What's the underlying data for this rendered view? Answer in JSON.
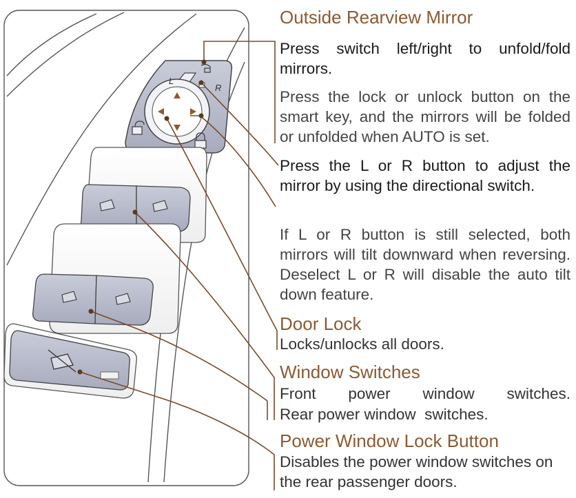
{
  "sections": {
    "outside_mirror": {
      "title": "Outside Rearview Mirror",
      "fold_instruction": "Press switch left/right to unfold/fold mirrors.",
      "auto_fold_note": "Press the lock or unlock button on the smart key, and the mirrors will be folded or unfolded when AUTO is set.",
      "adjust_instruction": "Press the L or R button to adjust the mirror by using the directional switch.",
      "tilt_note": "If L or R button is still selected, both mirrors will tilt downward when reversing. Deselect L or R will disable the auto tilt down feature."
    },
    "door_lock": {
      "title": "Door Lock",
      "description": "Locks/unlocks all doors."
    },
    "window_switches": {
      "title": "Window Switches",
      "front": "Front power window switches.",
      "rear": "Rear power window  switches."
    },
    "window_lock": {
      "title": "Power Window Lock Button",
      "description": "Disables the power window switches on the rear passenger doors."
    }
  },
  "switch_labels": {
    "left": "L",
    "right": "R"
  },
  "colors": {
    "accent": "#8b5a32",
    "button_fill": "#b9bccb",
    "leader_line": "#7a4a2a",
    "outline": "#555555"
  }
}
